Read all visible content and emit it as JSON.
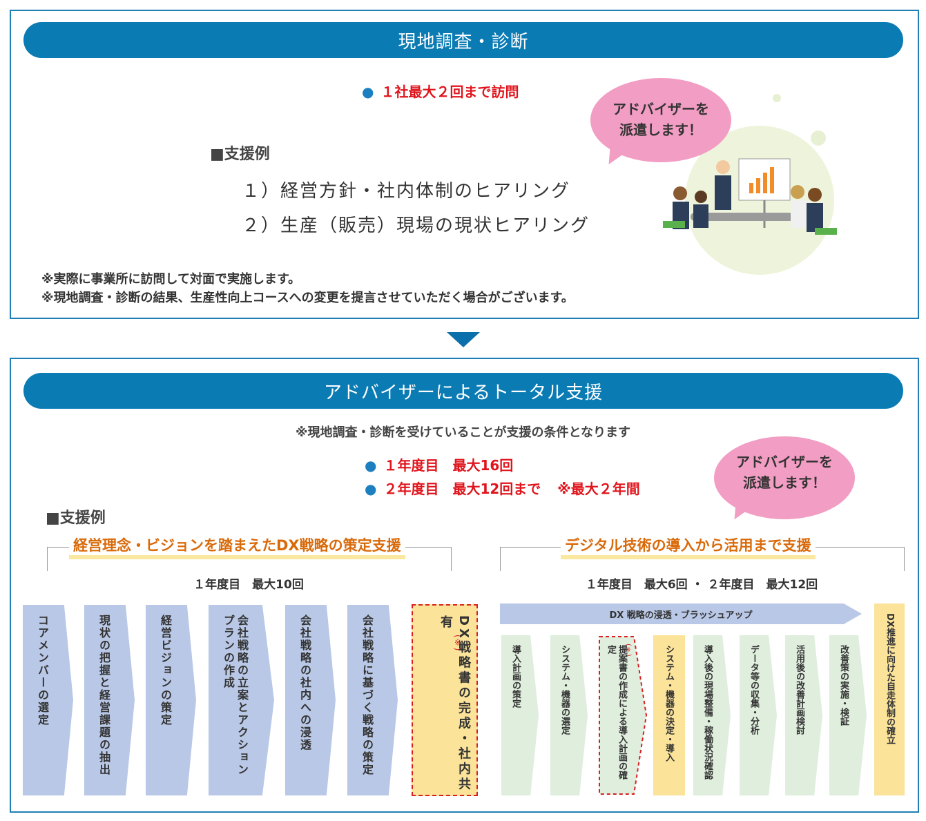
{
  "top": {
    "banner": "現地調査・診断",
    "visit": "１社最大２回まで訪問",
    "example_heading": "■支援例",
    "items": [
      "１）経営方針・社内体制のヒアリング",
      "２）生産（販売）現場の現状ヒアリング"
    ],
    "bubble_line1": "アドバイザーを",
    "bubble_line2": "派遣します！",
    "notes": [
      "※実際に事業所に訪問して対面で実施します。",
      "※現地調査・診断の結果、生産性向上コースへの変更を提言させていただく場合がございます。"
    ]
  },
  "bottom": {
    "banner": "アドバイザーによるトータル支援",
    "condition": "※現地調査・診断を受けていることが支援の条件となります",
    "year1": "１年度目　最大16回",
    "year2_a": "２年度目　最大12回まで",
    "year2_b": "※最大２年間",
    "example_heading": "■支援例",
    "bubble_line1": "アドバイザーを",
    "bubble_line2": "派遣します！",
    "left_title": "経営理念・ビジョンを踏まえたDX戦略の策定支援",
    "left_count": "１年度目　最大10回",
    "left_steps": [
      "コアメンバーの選定",
      "現状の把握と経営課題の抽出",
      "経営ビジョンの策定",
      "会社戦略の立案とアクションプランの作成",
      "会社戦略の社内への浸透",
      "会社戦略に基づく戦略の策定"
    ],
    "left_final": "DX戦略書の完成・社内共有",
    "left_final_mark": "(※)",
    "right_title": "デジタル技術の導入から活用まで支援",
    "right_count": "１年度目　最大6回 ・ ２年度目　最大12回",
    "right_bar": "DX 戦略の浸透・ブラッシュアップ",
    "right_steps": [
      "導入計画の策定",
      "システム・機器の選定"
    ],
    "right_dashed": "提案書の作成による導入計画の確定",
    "right_dashed_mark": "(※)",
    "right_yellow": "システム・機器の決定・導入",
    "right_steps2": [
      "導入後の現場整備・稼働状況確認",
      "データ等の収集・分析",
      "活用後の改善計画検討",
      "改善策の実施・検証"
    ],
    "right_final": "DX推進に向けた自走体制の確立"
  }
}
